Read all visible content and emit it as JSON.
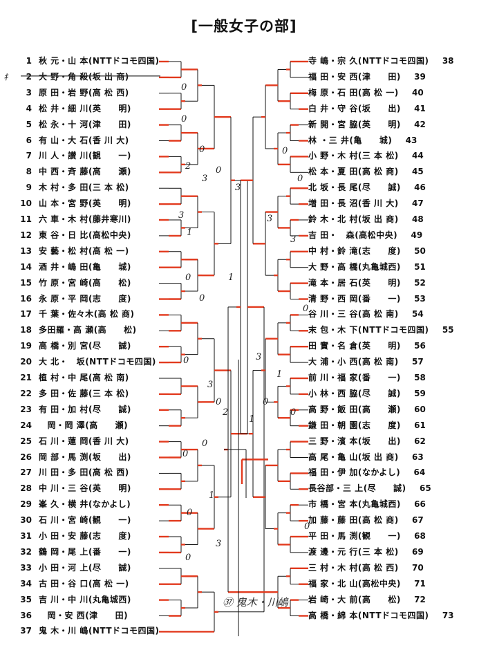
{
  "title": "[一般女子の部]",
  "left_entries": [
    {
      "no": "1",
      "names": "秋 元・山 本",
      "team": "(NTTドコモ四国)"
    },
    {
      "no": "2",
      "names": "大 野・角 殺",
      "team": "(坂 出 商)"
    },
    {
      "no": "3",
      "names": "原 田・岩 野",
      "team": "(高 松 西)"
    },
    {
      "no": "4",
      "names": "松 井・細 川",
      "team": "(英　　明)"
    },
    {
      "no": "5",
      "names": "松 永・十 河",
      "team": "(津　　田)"
    },
    {
      "no": "6",
      "names": "有 山・大 石",
      "team": "(香 川 大)"
    },
    {
      "no": "7",
      "names": "川 人・讃 川",
      "team": "(観　　一)"
    },
    {
      "no": "8",
      "names": "中 西・斉 藤",
      "team": "(高　　瀬)"
    },
    {
      "no": "9",
      "names": "木 村・多 田",
      "team": "(三 本 松)"
    },
    {
      "no": "10",
      "names": "山 本・宮 野",
      "team": "(英　　明)"
    },
    {
      "no": "11",
      "names": "六 車・木 村",
      "team": "(藤井寒川)"
    },
    {
      "no": "12",
      "names": "東 谷・日 比",
      "team": "(高松中央)"
    },
    {
      "no": "13",
      "names": "安 藝・松 村",
      "team": "(高 松 一)"
    },
    {
      "no": "14",
      "names": "酒 井・嶋 田",
      "team": "(亀　　城)"
    },
    {
      "no": "15",
      "names": "竹 原・宮 崎",
      "team": "(高　　松)"
    },
    {
      "no": "16",
      "names": "永 原・平 岡",
      "team": "(志　　度)"
    },
    {
      "no": "17",
      "names": "千 葉・佐々木",
      "team": "(高 松 商)"
    },
    {
      "no": "18",
      "names": "多田羅・高 瀬",
      "team": "(高　　松)"
    },
    {
      "no": "19",
      "names": "高 橋・別 宮",
      "team": "(尽　　誠)"
    },
    {
      "no": "20",
      "names": "大 北・　坂",
      "team": "(NTTドコモ四国)"
    },
    {
      "no": "21",
      "names": "植 村・中 尾",
      "team": "(高 松 南)"
    },
    {
      "no": "22",
      "names": "多 田・佐 藤",
      "team": "(三 本 松)"
    },
    {
      "no": "23",
      "names": "有 田・加 村",
      "team": "(尽　　誠)"
    },
    {
      "no": "24",
      "names": "　岡・岡 澤",
      "team": "(高　　瀬)"
    },
    {
      "no": "25",
      "names": "石 川・蓮 岡",
      "team": "(香 川 大)"
    },
    {
      "no": "26",
      "names": "岡 部・馬 渕",
      "team": "(坂　　出)"
    },
    {
      "no": "27",
      "names": "川 田・多 田",
      "team": "(高 松 西)"
    },
    {
      "no": "28",
      "names": "中 川・三 谷",
      "team": "(英　　明)"
    },
    {
      "no": "29",
      "names": "峯 久・横 井",
      "team": "(なかよし)"
    },
    {
      "no": "30",
      "names": "石 川・宮 崎",
      "team": "(観　　一)"
    },
    {
      "no": "31",
      "names": "小 田・安 藤",
      "team": "(志　　度)"
    },
    {
      "no": "32",
      "names": "鶴 岡・尾 上",
      "team": "(番　　一)"
    },
    {
      "no": "33",
      "names": "小 田・河 上",
      "team": "(尽　　誠)"
    },
    {
      "no": "34",
      "names": "古 田・谷 口",
      "team": "(高 松 一)"
    },
    {
      "no": "35",
      "names": "吉 川・中 川",
      "team": "(丸亀城西)"
    },
    {
      "no": "36",
      "names": "　岡・安 西",
      "team": "(津　　田)"
    },
    {
      "no": "37",
      "names": "鬼 木・川 嶋",
      "team": "(NTTドコモ四国)"
    }
  ],
  "right_entries": [
    {
      "no": "38",
      "names": "寺 嶋・宗 久",
      "team": "(NTTドコモ四国)"
    },
    {
      "no": "39",
      "names": "福 田・安 西",
      "team": "(津　　田)"
    },
    {
      "no": "40",
      "names": "梅 原・石 田",
      "team": "(高 松 一)"
    },
    {
      "no": "41",
      "names": "白 井・守 谷",
      "team": "(坂　　出)"
    },
    {
      "no": "42",
      "names": "新 開・宮 脇",
      "team": "(英　　明)"
    },
    {
      "no": "43",
      "names": "林 ・三 井",
      "team": "(亀　　城)"
    },
    {
      "no": "44",
      "names": "小 野・木 村",
      "team": "(三 本 松)"
    },
    {
      "no": "45",
      "names": "松 本・夏 田",
      "team": "(高 松 商)"
    },
    {
      "no": "46",
      "names": "北 坂・長 尾",
      "team": "(尽　　誠)"
    },
    {
      "no": "47",
      "names": "増 田・長 沼",
      "team": "(香 川 大)"
    },
    {
      "no": "48",
      "names": "鈴 木・北 村",
      "team": "(坂 出 商)"
    },
    {
      "no": "49",
      "names": "吉 田・　森",
      "team": "(高松中央)"
    },
    {
      "no": "50",
      "names": "中 村・鈴 滝",
      "team": "(志　　度)"
    },
    {
      "no": "51",
      "names": "大 野・高 橋",
      "team": "(丸亀城西)"
    },
    {
      "no": "52",
      "names": "滝 本・居 石",
      "team": "(英　　明)"
    },
    {
      "no": "53",
      "names": "清 野・西 岡",
      "team": "(番　　一)"
    },
    {
      "no": "54",
      "names": "谷 川・三 谷",
      "team": "(高 松 南)"
    },
    {
      "no": "55",
      "names": "末 包・木 下",
      "team": "(NTTドコモ四国)"
    },
    {
      "no": "56",
      "names": "田 實・名 倉",
      "team": "(英　　明)"
    },
    {
      "no": "57",
      "names": "大 浦・小 西",
      "team": "(高 松 南)"
    },
    {
      "no": "58",
      "names": "前 川・福 家",
      "team": "(番　　一)"
    },
    {
      "no": "59",
      "names": "小 林・西 脇",
      "team": "(尽　　誠)"
    },
    {
      "no": "60",
      "names": "高 野・飯 田",
      "team": "(高　　瀬)"
    },
    {
      "no": "61",
      "names": "鎌 田・朝 園",
      "team": "(志　　度)"
    },
    {
      "no": "62",
      "names": "三 野・濱 本",
      "team": "(坂　　出)"
    },
    {
      "no": "63",
      "names": "高 尾・亀 山",
      "team": "(坂 出 商)"
    },
    {
      "no": "64",
      "names": "福 田・伊 加",
      "team": "(なかよし)"
    },
    {
      "no": "65",
      "names": "長谷部・三 上",
      "team": "(尽　　誠)"
    },
    {
      "no": "66",
      "names": "市 橋・宮 本",
      "team": "(丸亀城西)"
    },
    {
      "no": "67",
      "names": "加 藤・藤 田",
      "team": "(高 松 商)"
    },
    {
      "no": "68",
      "names": "平 田・馬 渕",
      "team": "(観　　一)"
    },
    {
      "no": "69",
      "names": "渡 邊・元 行",
      "team": "(三 本 松)"
    },
    {
      "no": "70",
      "names": "三 村・木 村",
      "team": "(高 松 西)"
    },
    {
      "no": "71",
      "names": "福 家・北 山",
      "team": "(高松中央)"
    },
    {
      "no": "72",
      "names": "岩 崎・大 前",
      "team": "(高　　松)"
    },
    {
      "no": "73",
      "names": "高 橋・綿 本",
      "team": "(NTTドコモ四国)"
    }
  ],
  "annotations": {
    "pencil_mark": "ｷ",
    "scores": [
      "0",
      "0",
      "0",
      "2",
      "3",
      "3",
      "0",
      "3",
      "1",
      "0",
      "0",
      "1",
      "0",
      "3",
      "0",
      "3",
      "2",
      "0",
      "0",
      "1",
      "0",
      "3",
      "0",
      "0",
      "1",
      "0",
      "0",
      "3",
      "3",
      "0",
      "1",
      "0",
      "0"
    ],
    "handwritten_note": "㊲ 鬼木・川嶋"
  },
  "colors": {
    "line": "#111111",
    "winner": "#e23a1e",
    "text": "#111111"
  }
}
